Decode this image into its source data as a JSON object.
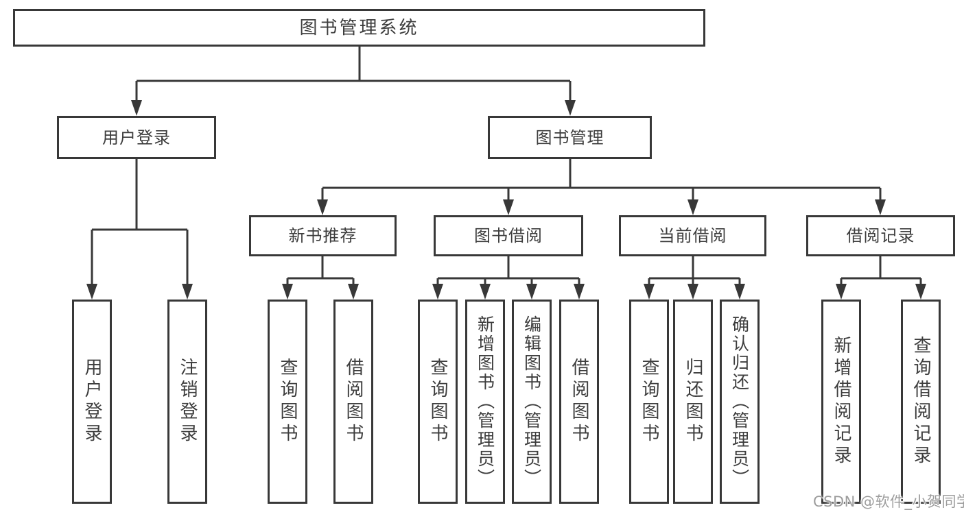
{
  "diagram_title": "图书管理系统",
  "nodes": {
    "root": {
      "label": "图书管理系统"
    },
    "level2": [
      {
        "label": "用户登录"
      },
      {
        "label": "图书管理"
      }
    ],
    "level3": [
      {
        "label": "新书推荐"
      },
      {
        "label": "图书借阅"
      },
      {
        "label": "当前借阅"
      },
      {
        "label": "借阅记录"
      }
    ],
    "leaves": [
      {
        "label": "用户登录",
        "parent": "用户登录"
      },
      {
        "label": "注销登录",
        "parent": "用户登录"
      },
      {
        "label": "查询图书",
        "parent": "新书推荐"
      },
      {
        "label": "借阅图书",
        "parent": "新书推荐"
      },
      {
        "label": "查询图书",
        "parent": "图书借阅"
      },
      {
        "label": "新增图书（管理员）",
        "parent": "图书借阅"
      },
      {
        "label": "编辑图书（管理员）",
        "parent": "图书借阅"
      },
      {
        "label": "借阅图书",
        "parent": "图书借阅"
      },
      {
        "label": "查询图书",
        "parent": "当前借阅"
      },
      {
        "label": "归还图书",
        "parent": "当前借阅"
      },
      {
        "label": "确认归还（管理员）",
        "parent": "当前借阅"
      },
      {
        "label": "新增借阅记录",
        "parent": "借阅记录"
      },
      {
        "label": "查询借阅记录",
        "parent": "借阅记录"
      }
    ]
  },
  "watermark": "CSDN @软件_小贺同学",
  "colors": {
    "line": "#383838",
    "box_border": "#383838",
    "text": "#3d3d3d",
    "watermark": "#9d9d9d",
    "background": "#ffffff"
  }
}
